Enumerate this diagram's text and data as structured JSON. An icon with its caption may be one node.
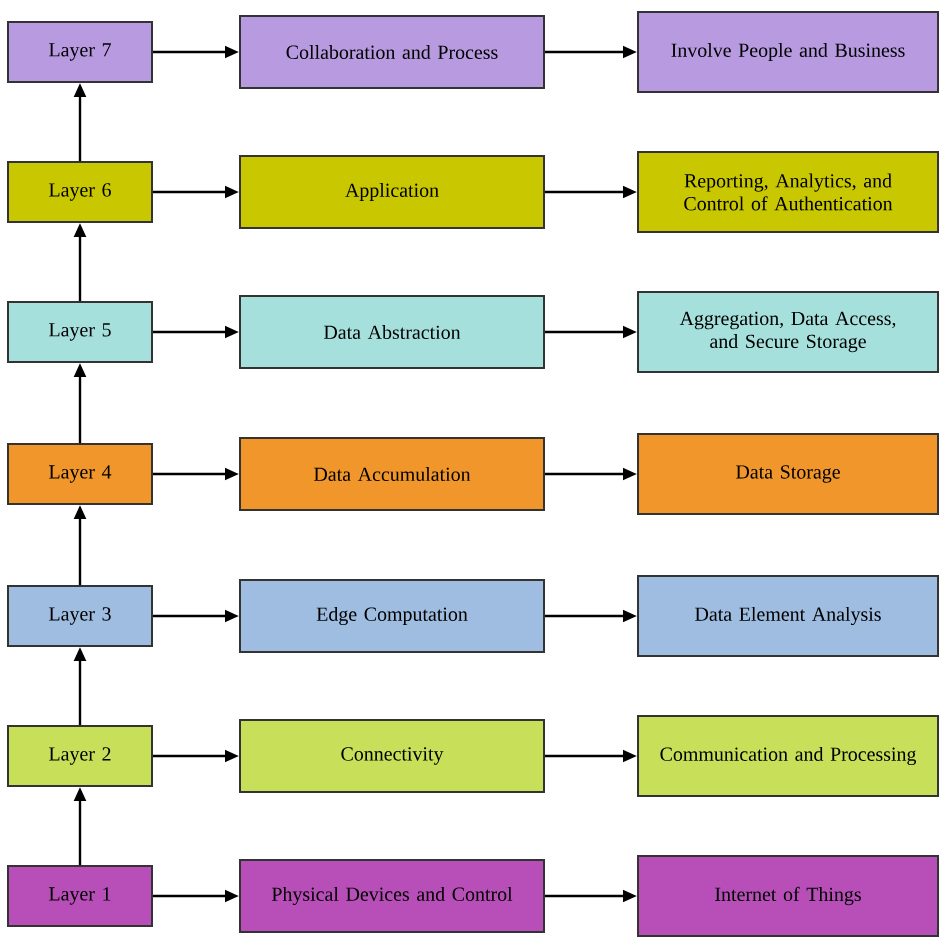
{
  "diagram": {
    "nodes": [
      {
        "text": [
          "Layer 7"
        ]
      },
      {
        "text": [
          "Collaboration and Process"
        ]
      },
      {
        "text": [
          "Involve People and Business"
        ]
      },
      {
        "text": [
          "Layer 6"
        ]
      },
      {
        "text": [
          "Application"
        ]
      },
      {
        "text": [
          "Reporting, Analytics, and Control of Authentication"
        ]
      },
      {
        "text": [
          "Layer 5"
        ]
      },
      {
        "text": [
          "Data Abstraction"
        ]
      },
      {
        "text": [
          "Aggregation, Data Access, and Secure Storage"
        ]
      },
      {
        "text": [
          "Layer 4"
        ]
      },
      {
        "text": [
          "Data Accumulation"
        ]
      },
      {
        "text": [
          "Data Storage"
        ]
      },
      {
        "text": [
          "Layer 3"
        ]
      },
      {
        "text": [
          "Edge Computation"
        ]
      },
      {
        "text": [
          "Data Element Analysis"
        ]
      },
      {
        "text": [
          "Layer 2"
        ]
      },
      {
        "text": [
          "Connectivity"
        ]
      },
      {
        "text": [
          "Communication and Processing"
        ]
      },
      {
        "text": [
          "Layer 1"
        ]
      },
      {
        "text": [
          "Physical Devices and Control"
        ]
      },
      {
        "text": [
          "Internet of Things"
        ]
      }
    ],
    "edges": [
      {
        "from": 0,
        "to": 1,
        "arrow": "to"
      },
      {
        "from": 1,
        "to": 2,
        "arrow": "to"
      },
      {
        "from": 3,
        "to": 4,
        "arrow": "to"
      },
      {
        "from": 4,
        "to": 5,
        "arrow": "to"
      },
      {
        "from": 6,
        "to": 7,
        "arrow": "to"
      },
      {
        "from": 7,
        "to": 8,
        "arrow": "to"
      },
      {
        "from": 9,
        "to": 10,
        "arrow": "to"
      },
      {
        "from": 10,
        "to": 11,
        "arrow": "to"
      },
      {
        "from": 12,
        "to": 13,
        "arrow": "to"
      },
      {
        "from": 13,
        "to": 14,
        "arrow": "to"
      },
      {
        "from": 15,
        "to": 16,
        "arrow": "to"
      },
      {
        "from": 16,
        "to": 17,
        "arrow": "to"
      },
      {
        "from": 18,
        "to": 19,
        "arrow": "to"
      },
      {
        "from": 19,
        "to": 20,
        "arrow": "to"
      },
      {
        "from": 3,
        "to": 0,
        "arrow": "to"
      },
      {
        "from": 6,
        "to": 3,
        "arrow": "to"
      },
      {
        "from": 9,
        "to": 6,
        "arrow": "to"
      },
      {
        "from": 12,
        "to": 9,
        "arrow": "to"
      },
      {
        "from": 15,
        "to": 12,
        "arrow": "to"
      },
      {
        "from": 18,
        "to": 15,
        "arrow": "to"
      }
    ]
  }
}
